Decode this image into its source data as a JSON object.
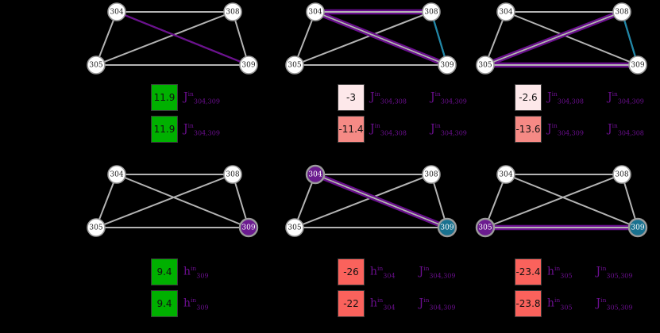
{
  "figure": {
    "background": "#000000",
    "node_ids": [
      "304",
      "308",
      "305",
      "309"
    ],
    "colors": {
      "edge_gray": "#b4b4b4",
      "edge_purple": "#6b0f8f",
      "edge_teal": "#1f87a8",
      "node_fill_default": "#ffffff",
      "node_fill_purple": "#6b1b8f",
      "node_fill_teal": "#19718f",
      "label_purple": "#6b0f8f",
      "box_green": "#00b000",
      "box_pink_light": "#fde8ea",
      "box_salmon": "#f58a85",
      "box_red": "#fa625c"
    }
  },
  "panels": [
    {
      "id": "panel-top-left",
      "nodes": [
        {
          "id": "304",
          "fill": "default"
        },
        {
          "id": "308",
          "fill": "default"
        },
        {
          "id": "305",
          "fill": "default"
        },
        {
          "id": "309",
          "fill": "default"
        }
      ],
      "highlight_edges": [
        {
          "from": "304",
          "to": "309",
          "color": "purple",
          "double": false
        }
      ],
      "values": [
        {
          "value": "11.9",
          "color": "box_green",
          "labels": [
            {
              "symbol": "J",
              "sup": "in",
              "sub": "304,309"
            }
          ]
        },
        {
          "value": "11.9",
          "color": "box_green",
          "labels": [
            {
              "symbol": "J",
              "sup": "in",
              "sub": "304,309"
            }
          ]
        }
      ]
    },
    {
      "id": "panel-top-middle",
      "nodes": [
        {
          "id": "304",
          "fill": "default"
        },
        {
          "id": "308",
          "fill": "default"
        },
        {
          "id": "305",
          "fill": "default"
        },
        {
          "id": "309",
          "fill": "default"
        }
      ],
      "highlight_edges": [
        {
          "from": "304",
          "to": "308",
          "color": "purple",
          "double": true
        },
        {
          "from": "304",
          "to": "309",
          "color": "purple",
          "double": true
        },
        {
          "from": "308",
          "to": "309",
          "color": "teal",
          "double": false
        }
      ],
      "values": [
        {
          "value": "-3",
          "color": "box_pink_light",
          "labels": [
            {
              "symbol": "J",
              "sup": "in",
              "sub": "304,308"
            },
            {
              "symbol": "J",
              "sup": "in",
              "sub": "304,309"
            }
          ]
        },
        {
          "value": "-11.4",
          "color": "box_salmon",
          "labels": [
            {
              "symbol": "J",
              "sup": "in",
              "sub": "304,308"
            },
            {
              "symbol": "J",
              "sup": "in",
              "sub": "304,309"
            }
          ]
        }
      ]
    },
    {
      "id": "panel-top-right",
      "nodes": [
        {
          "id": "304",
          "fill": "default"
        },
        {
          "id": "308",
          "fill": "default"
        },
        {
          "id": "305",
          "fill": "default"
        },
        {
          "id": "309",
          "fill": "default"
        }
      ],
      "highlight_edges": [
        {
          "from": "305",
          "to": "308",
          "color": "purple",
          "double": true
        },
        {
          "from": "305",
          "to": "309",
          "color": "purple",
          "double": true
        },
        {
          "from": "308",
          "to": "309",
          "color": "teal",
          "double": false
        }
      ],
      "values": [
        {
          "value": "-2.6",
          "color": "box_pink_light",
          "labels": [
            {
              "symbol": "J",
              "sup": "in",
              "sub": "304,308"
            },
            {
              "symbol": "J",
              "sup": "in",
              "sub": "304,309"
            }
          ]
        },
        {
          "value": "-13.6",
          "color": "box_salmon",
          "labels": [
            {
              "symbol": "J",
              "sup": "in",
              "sub": "304,309"
            },
            {
              "symbol": "J",
              "sup": "in",
              "sub": "304,308"
            }
          ]
        }
      ]
    },
    {
      "id": "panel-bottom-left",
      "nodes": [
        {
          "id": "304",
          "fill": "default"
        },
        {
          "id": "308",
          "fill": "default"
        },
        {
          "id": "305",
          "fill": "default"
        },
        {
          "id": "309",
          "fill": "purple"
        }
      ],
      "highlight_edges": [],
      "values": [
        {
          "value": "9.4",
          "color": "box_green",
          "labels": [
            {
              "symbol": "h",
              "sup": "in",
              "sub": "309"
            }
          ]
        },
        {
          "value": "9.4",
          "color": "box_green",
          "labels": [
            {
              "symbol": "h",
              "sup": "in",
              "sub": "309"
            }
          ]
        }
      ]
    },
    {
      "id": "panel-bottom-middle",
      "nodes": [
        {
          "id": "304",
          "fill": "purple"
        },
        {
          "id": "308",
          "fill": "default"
        },
        {
          "id": "305",
          "fill": "default"
        },
        {
          "id": "309",
          "fill": "teal"
        }
      ],
      "highlight_edges": [
        {
          "from": "304",
          "to": "309",
          "color": "purple",
          "double": true
        }
      ],
      "values": [
        {
          "value": "-26",
          "color": "box_red",
          "labels": [
            {
              "symbol": "h",
              "sup": "in",
              "sub": "304"
            },
            {
              "symbol": "J",
              "sup": "in",
              "sub": "304,309"
            }
          ]
        },
        {
          "value": "-22",
          "color": "box_red",
          "labels": [
            {
              "symbol": "h",
              "sup": "in",
              "sub": "304"
            },
            {
              "symbol": "J",
              "sup": "in",
              "sub": "304,309"
            }
          ]
        }
      ]
    },
    {
      "id": "panel-bottom-right",
      "nodes": [
        {
          "id": "304",
          "fill": "default"
        },
        {
          "id": "308",
          "fill": "default"
        },
        {
          "id": "305",
          "fill": "purple"
        },
        {
          "id": "309",
          "fill": "teal"
        }
      ],
      "highlight_edges": [
        {
          "from": "305",
          "to": "309",
          "color": "purple",
          "double": true
        }
      ],
      "values": [
        {
          "value": "-23.4",
          "color": "box_red",
          "labels": [
            {
              "symbol": "h",
              "sup": "in",
              "sub": "305"
            },
            {
              "symbol": "J",
              "sup": "in",
              "sub": "305,309"
            }
          ]
        },
        {
          "value": "-23.8",
          "color": "box_red",
          "labels": [
            {
              "symbol": "h",
              "sup": "in",
              "sub": "305"
            },
            {
              "symbol": "J",
              "sup": "in",
              "sub": "305,309"
            }
          ]
        }
      ]
    }
  ]
}
